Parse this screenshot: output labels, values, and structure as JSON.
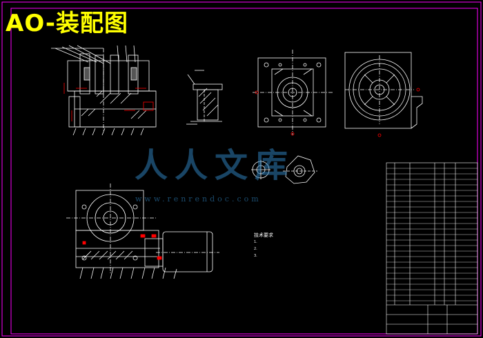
{
  "drawing": {
    "title": "AO-装配图",
    "watermark_text": "人人文库",
    "watermark_url": "www.renrendoc.com",
    "tech_requirements_title": "技术要求",
    "tech_requirements": [
      "1.",
      "2.",
      "3."
    ]
  },
  "colors": {
    "background": "#000000",
    "border": "#ff00ff",
    "lines": "#ffffff",
    "title": "#ffff00",
    "dimension": "#ff0000",
    "watermark": "#2e7fb8"
  }
}
